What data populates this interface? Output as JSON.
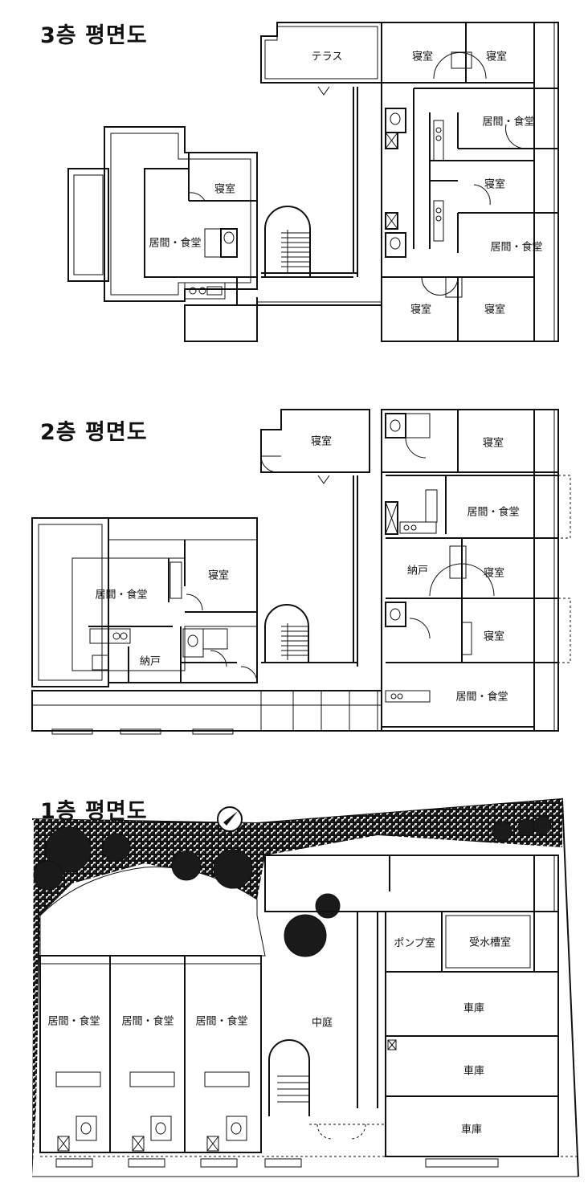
{
  "floors": [
    {
      "title": "3층 평면도",
      "rooms": [
        "テラス",
        "寝室",
        "寝室",
        "居間・食堂",
        "寝室",
        "居間・食堂",
        "寝室",
        "居間・食堂",
        "寝室",
        "寝室"
      ]
    },
    {
      "title": "2층 평면도",
      "rooms": [
        "寝室",
        "寝室",
        "居間・食堂",
        "居間・食堂",
        "寝室",
        "納戸",
        "寝室",
        "納戸",
        "寝室",
        "居間・食堂"
      ]
    },
    {
      "title": "1층 평면도",
      "rooms": [
        "ポンプ室",
        "受水槽室",
        "車庫",
        "中庭",
        "居間・食堂",
        "居間・食堂",
        "居間・食堂",
        "車庫",
        "車庫"
      ]
    }
  ],
  "icons": {
    "north_arrow": "north-arrow-icon"
  },
  "colors": {
    "line": "#111111",
    "background": "#ffffff",
    "gravel": "#555555"
  }
}
